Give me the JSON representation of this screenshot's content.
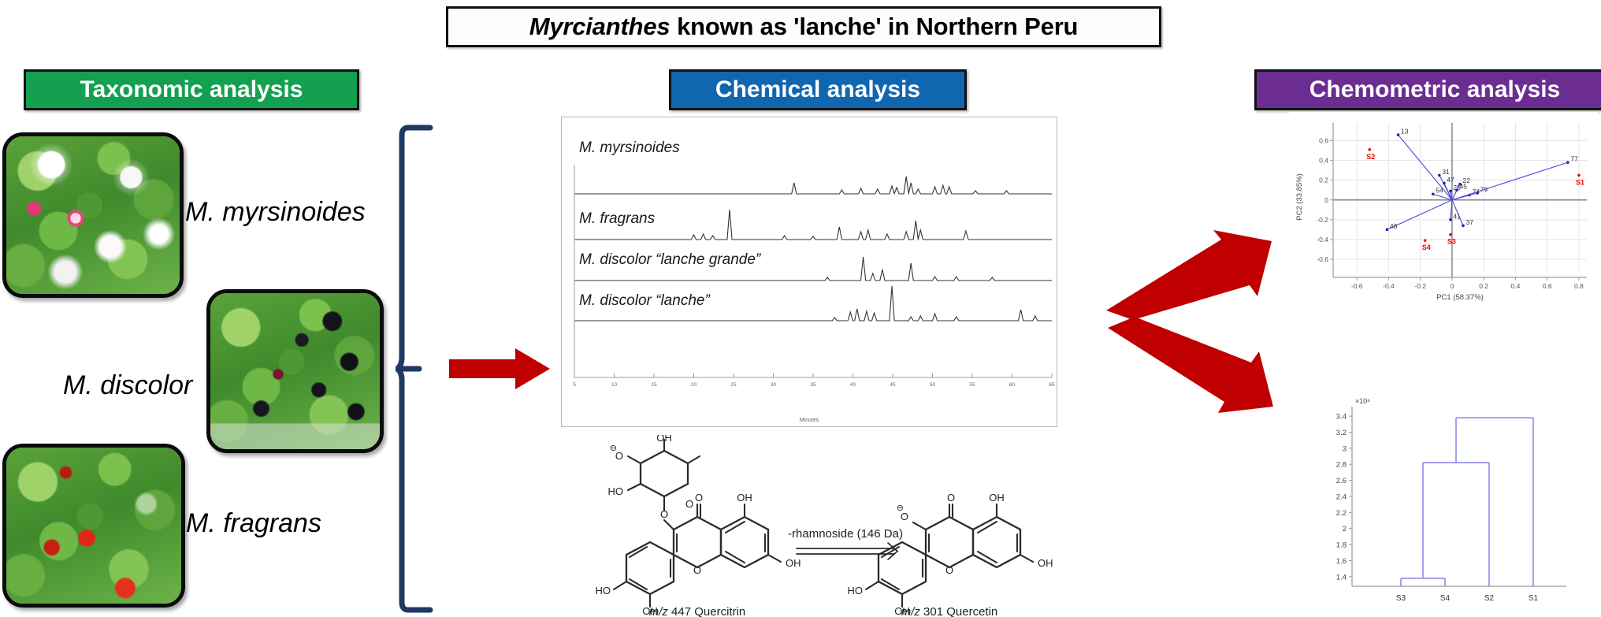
{
  "title": {
    "genus": "Myrcianthes",
    "rest": "known as 'lanche' in Northern Peru"
  },
  "banners": {
    "taxonomic": {
      "label": "Taxonomic analysis",
      "color": "#13a050"
    },
    "chemical": {
      "label": "Chemical analysis",
      "color": "#1166b0"
    },
    "chemometric": {
      "label": "Chemometric analysis",
      "color": "#6b2d91"
    }
  },
  "taxonomy": {
    "species": [
      {
        "name": "M. myrsinoides",
        "photo_desc": "white-flowered shrub with round green leaves"
      },
      {
        "name": "M. discolor",
        "photo_desc": "branch with dark purple-black berries"
      },
      {
        "name": "M. fragrans",
        "photo_desc": "glossy green leaves with red berries"
      }
    ]
  },
  "chromatogram": {
    "traces": [
      "M. myrsinoides",
      "M. fragrans",
      "M. discolor “lanche grande”",
      "M. discolor “lanche”"
    ],
    "xlabel": "Minutes",
    "xticks": [
      "5",
      "10",
      "15",
      "20",
      "25",
      "30",
      "35",
      "40",
      "45",
      "50",
      "55",
      "60",
      "65"
    ],
    "xlim": [
      5,
      65
    ]
  },
  "chemistry": {
    "reaction_label": "-rhamnoside (146 Da)",
    "left_compound": {
      "mz": "m/z 447",
      "name": "Quercitrin"
    },
    "right_compound": {
      "mz": "m/z 301",
      "name": "Quercetin"
    },
    "atom_labels": [
      "OH",
      "HO",
      "O"
    ]
  },
  "chart_data": [
    {
      "type": "scatter",
      "name": "pca-biplot",
      "title": "",
      "xlabel": "PC1 (58.37%)",
      "ylabel": "PC2 (33.85%)",
      "xlim": [
        -0.75,
        0.85
      ],
      "ylim": [
        -0.72,
        0.78
      ],
      "xticks": [
        -0.6,
        -0.4,
        -0.2,
        0,
        0.2,
        0.4,
        0.6,
        0.8
      ],
      "xticklabels": [
        "-0.6",
        "-0.4",
        "-0.2",
        "0",
        "0.2",
        "0.4",
        "0.6",
        "0.8"
      ],
      "yticks": [
        -0.6,
        -0.4,
        -0.2,
        0,
        0.2,
        0.4,
        0.6
      ],
      "yticklabels": [
        "-0.6",
        "-0.4",
        "-0.2",
        "0",
        "0.2",
        "0.4",
        "0.6"
      ],
      "grid": true,
      "legend": "none",
      "loadings": [
        {
          "label": "13",
          "x": -0.34,
          "y": 0.66
        },
        {
          "label": "31",
          "x": -0.08,
          "y": 0.25
        },
        {
          "label": "47",
          "x": -0.05,
          "y": 0.17
        },
        {
          "label": "22",
          "x": 0.05,
          "y": 0.16
        },
        {
          "label": "45",
          "x": 0.03,
          "y": 0.1
        },
        {
          "label": "25",
          "x": -0.01,
          "y": 0.09
        },
        {
          "label": "54",
          "x": -0.12,
          "y": 0.06
        },
        {
          "label": "74",
          "x": 0.11,
          "y": 0.05
        },
        {
          "label": "79",
          "x": 0.16,
          "y": 0.07
        },
        {
          "label": "77",
          "x": 0.73,
          "y": 0.38
        },
        {
          "label": "41",
          "x": -0.01,
          "y": -0.2
        },
        {
          "label": "37",
          "x": 0.07,
          "y": -0.26
        },
        {
          "label": "48",
          "x": -0.41,
          "y": -0.3
        }
      ],
      "samples": [
        {
          "label": "S1",
          "x": 0.8,
          "y": 0.25,
          "color": "#ff0000"
        },
        {
          "label": "S2",
          "x": -0.52,
          "y": 0.51,
          "color": "#ff0000"
        },
        {
          "label": "S3",
          "x": -0.01,
          "y": -0.35,
          "color": "#ff0000"
        },
        {
          "label": "S4",
          "x": -0.17,
          "y": -0.41,
          "color": "#ff0000"
        }
      ],
      "vector_color": "#4a4ad8"
    },
    {
      "type": "line",
      "name": "dendrogram",
      "title": "",
      "xlabel": "",
      "ylabel": "",
      "y_exponent": "×10⁶",
      "yticks": [
        1.4,
        1.6,
        1.8,
        2,
        2.2,
        2.4,
        2.6,
        2.8,
        3,
        3.2,
        3.4
      ],
      "yticklabels": [
        "1.4",
        "1.6",
        "1.8",
        "2",
        "2.2",
        "2.4",
        "2.6",
        "2.8",
        "3",
        "3.2",
        "3.4"
      ],
      "leaves": [
        "S3",
        "S4",
        "S2",
        "S1"
      ],
      "merges": [
        {
          "left": "S3",
          "right": "S4",
          "height": 1.38
        },
        {
          "left": "S3-S4",
          "right": "S2",
          "height": 2.82
        },
        {
          "left": "S3-S4-S2",
          "right": "S1",
          "height": 3.38
        }
      ],
      "line_color": "#8a8aee",
      "grid": false
    }
  ],
  "arrows": {
    "color": "#c00000",
    "center": "flow-to-chemical-analysis",
    "upper": "flow-to-pca",
    "lower": "flow-to-dendrogram"
  },
  "brace": {
    "color": "#1f3864"
  }
}
